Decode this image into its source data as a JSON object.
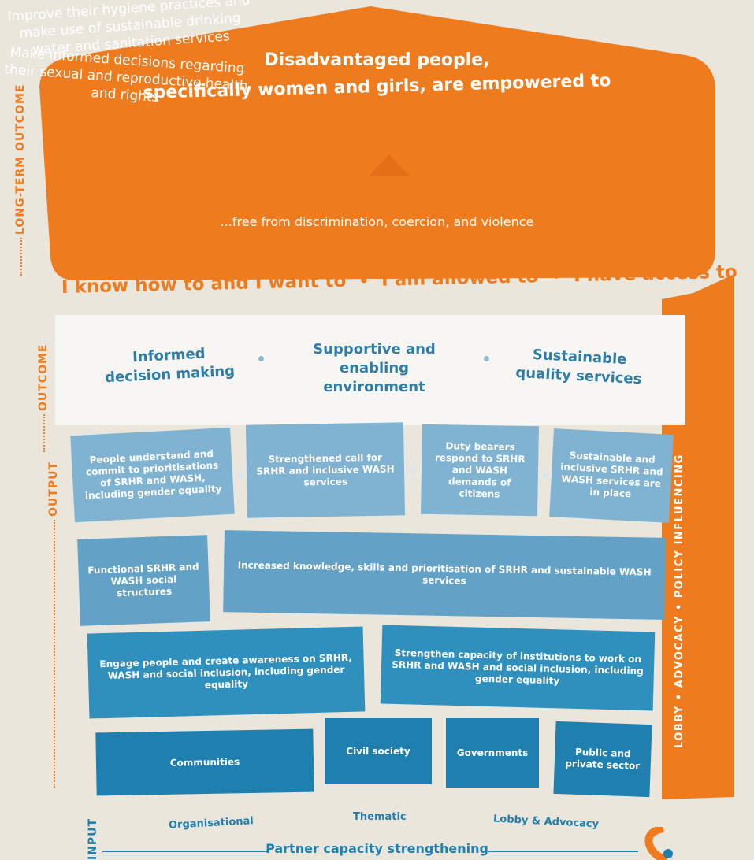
{
  "roof": {
    "title_line1": "Disadvantaged people,",
    "title_line2": "specifically women and girls, are empowered to",
    "left_text": "Improve their hygiene practices and make use of sustainable drinking water and sanitation services",
    "right_text": "Make informed decisions regarding their sexual and reproductive health and rights",
    "bottom_text": "...free from discrimination, coercion, and violence"
  },
  "slogan": {
    "part1": "I know how to and I want to",
    "part2": "I am allowed to",
    "part3": "I have access to",
    "separator": "•"
  },
  "outcomes": [
    "Informed decision making",
    "Supportive and enabling environment",
    "Sustainable quality services"
  ],
  "outputs": [
    "People understand and commit to prioritisations of SRHR and WASH, including gender equality",
    "Strengthened call for SRHR and inclusive WASH services",
    "Duty bearers respond to SRHR and WASH demands of citizens",
    "Sustainable and inclusive SRHR and WASH services are in place"
  ],
  "intermediate": [
    "Functional SRHR and WASH social structures",
    "Increased knowledge, skills and prioritisation of SRHR and sustainable WASH services"
  ],
  "activities": [
    "Engage people and create awareness on SRHR, WASH and social inclusion, including gender equality",
    "Strengthen capacity of institutions to work on SRHR and WASH and social inclusion, including gender equality"
  ],
  "targets": [
    "Communities",
    "Civil society",
    "Governments",
    "Public and private sector"
  ],
  "side_labels": {
    "long_term": "LONG-TERM OUTCOME",
    "outcome": "OUTCOME",
    "output": "OUTPUT",
    "input": "INPUT"
  },
  "policy_bar": "LOBBY  •  ADVOCACY  •  POLICY INFLUENCING",
  "input_labels": [
    "Organisational",
    "Thematic",
    "Lobby & Advocacy"
  ],
  "partner_capacity": "Partner capacity strengthening",
  "colors": {
    "orange": "#ee7b1e",
    "light_blue": "#7fb3d1",
    "mid_blue": "#63a1c6",
    "blue": "#2f8fbd",
    "dark_blue": "#1f7fae",
    "background": "#ebe6dc"
  }
}
